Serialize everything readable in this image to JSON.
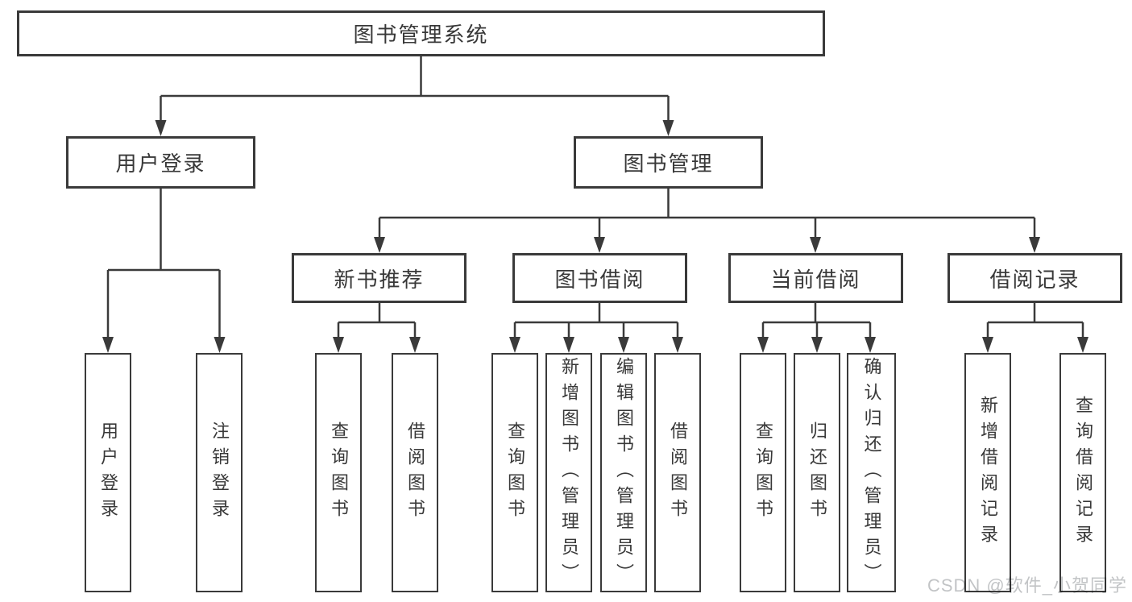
{
  "title": "图书管理系统",
  "watermark": {
    "text": "CSDN @软件_小贺同学"
  },
  "colors": {
    "line": "#3a3a3a",
    "text": "#383838",
    "background": "#ffffff",
    "watermark": "#c2c4c6"
  },
  "tree": {
    "root": {
      "label": "图书管理系统"
    },
    "branches": [
      {
        "label": "用户登录",
        "children": [
          {
            "label": "用户登录"
          },
          {
            "label": "注销登录"
          }
        ]
      },
      {
        "label": "图书管理",
        "children": [
          {
            "label": "新书推荐",
            "children": [
              {
                "label": "查询图书"
              },
              {
                "label": "借阅图书"
              }
            ]
          },
          {
            "label": "图书借阅",
            "children": [
              {
                "label": "查询图书"
              },
              {
                "label": "新增图书（管理员）"
              },
              {
                "label": "编辑图书（管理员）"
              },
              {
                "label": "借阅图书"
              }
            ]
          },
          {
            "label": "当前借阅",
            "children": [
              {
                "label": "查询图书"
              },
              {
                "label": "归还图书"
              },
              {
                "label": "确认归还（管理员）"
              }
            ]
          },
          {
            "label": "借阅记录",
            "children": [
              {
                "label": "新增借阅记录"
              },
              {
                "label": "查询借阅记录"
              }
            ]
          }
        ]
      }
    ]
  }
}
